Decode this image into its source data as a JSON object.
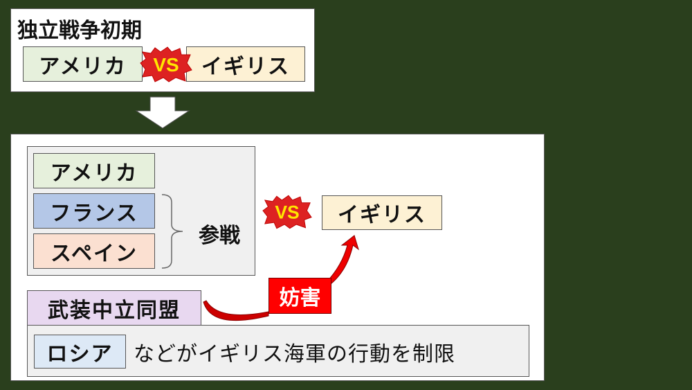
{
  "top": {
    "title": "独立戦争初期",
    "left": "アメリカ",
    "vs": "VS",
    "right": "イギリス"
  },
  "bottom": {
    "allies": [
      "アメリカ",
      "フランス",
      "スペイン"
    ],
    "join_label": "参戦",
    "vs": "VS",
    "enemy": "イギリス",
    "obstruct_label": "妨害",
    "league": "武装中立同盟",
    "russia": "ロシア",
    "league_desc": "などがイギリス海軍の行動を制限"
  },
  "colors": {
    "background": "#2a3f1d",
    "green": "#e6f0dc",
    "cream": "#fdf1d4",
    "blue": "#b4c7e7",
    "peach": "#fbe0d1",
    "purple": "#e8d8f0",
    "lightblue": "#dde9f6",
    "red": "#ff0000"
  }
}
